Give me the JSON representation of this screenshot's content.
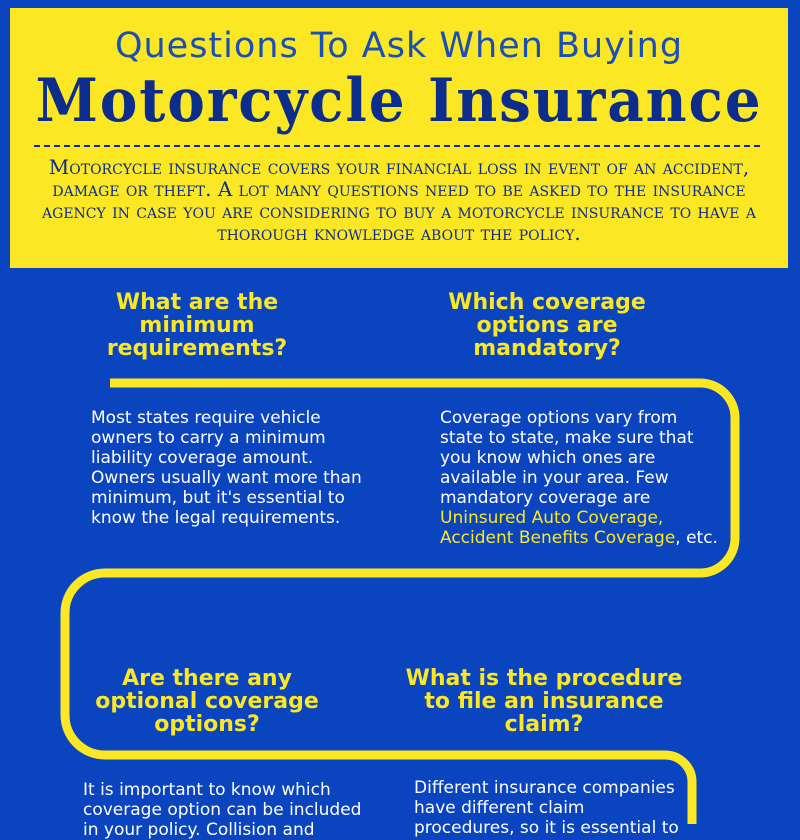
{
  "header": {
    "line1": "Questions To Ask When Buying",
    "line2": "Motorcycle Insurance",
    "description": "Motorcycle insurance covers your financial loss in event of an accident, damage or theft. A lot many questions need to be asked to the insurance agency in case you are considering to buy a motorcycle insurance to have a thorough knowledge about the policy."
  },
  "sections": [
    {
      "question": "What are the minimum requirements?",
      "answer": "Most  states require vehicle owners to carry a minimum liability coverage amount. Owners usually want more than minimum, but it's essential to know the legal requirements."
    },
    {
      "question": "Which coverage options are mandatory?",
      "answer_intro": "Coverage options vary from state to state, make sure that you know which ones are available in your area. Few mandatory coverage are ",
      "link1": "Uninsured Auto Coverage,",
      "link2": "Accident Benefits Coverage",
      "answer_end": ", etc."
    },
    {
      "question": "Are there any optional coverage options?",
      "answer": "It is important to know which coverage option can be included in your policy. Collision and"
    },
    {
      "question": "What is the procedure to file an insurance claim?",
      "answer": "Different insurance companies have different claim procedures, so it is essential to"
    }
  ],
  "colors": {
    "background": "#0a44be",
    "accent": "#fbe723",
    "text": "#ffffff"
  }
}
